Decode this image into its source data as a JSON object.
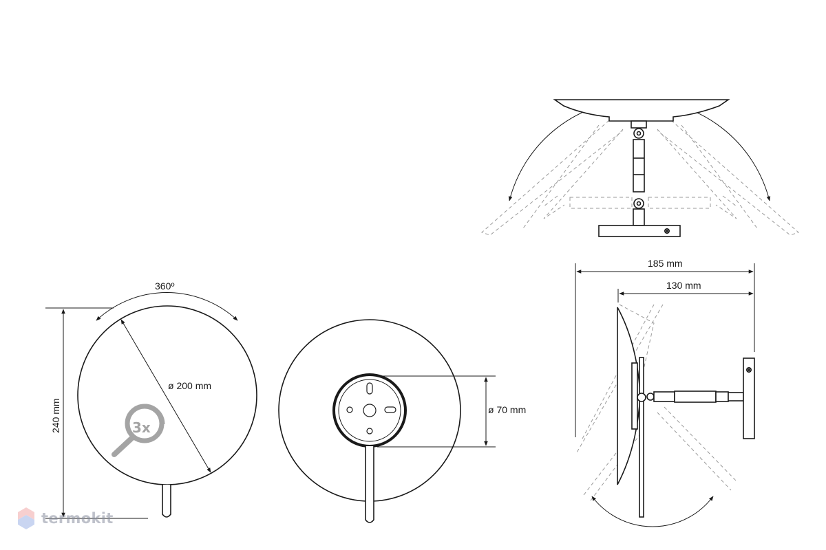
{
  "dimensions": {
    "rotation_label": "360º",
    "height_label": "240 mm",
    "diameter_label": "ø 200 mm",
    "base_diameter_label": "ø 70 mm",
    "depth_total_label": "185 mm",
    "depth_arm_label": "130 mm"
  },
  "magnification_badge": "3x",
  "brand": {
    "name": "termokit"
  },
  "colors": {
    "line": "#1a1a1a",
    "dashed": "#9a9a9a",
    "watermark": "#8a8fa0",
    "logo_top": "#f2a8a8",
    "logo_bottom": "#9db4e6"
  }
}
